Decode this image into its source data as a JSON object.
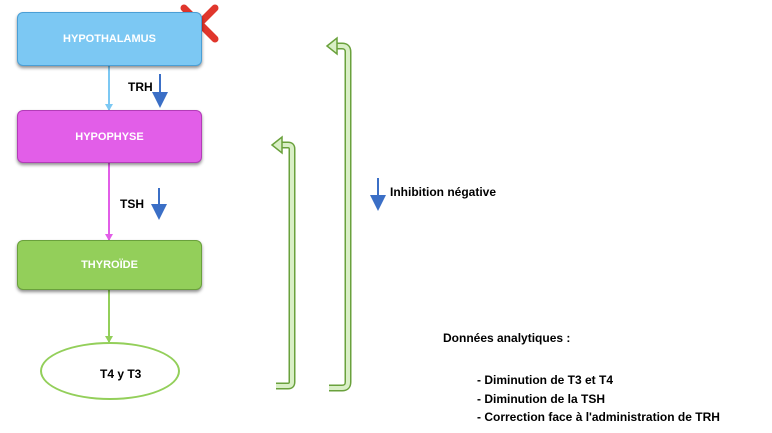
{
  "diagram": {
    "nodes": {
      "hypothalamus": "HYPOTHALAMUS",
      "hypophyse": "HYPOPHYSE",
      "thyroide": "THYROÏDE",
      "hormones": "T4 y T3"
    },
    "edge_labels": {
      "trh": "TRH",
      "tsh": "TSH"
    },
    "feedback_label": "Inhibition négative",
    "analytics": {
      "title": "Données analytiques :",
      "items": [
        "- Diminution de T3 et T4",
        "- Diminution de la TSH",
        "- Correction face à l'administration de TRH"
      ]
    },
    "colors": {
      "hypothalamus": "#7cc8f3",
      "hypophyse": "#e25ee8",
      "thyroide": "#93cf5a",
      "down_arrow": "#3b6fc6",
      "blocked_mark": "#e0362c"
    }
  }
}
